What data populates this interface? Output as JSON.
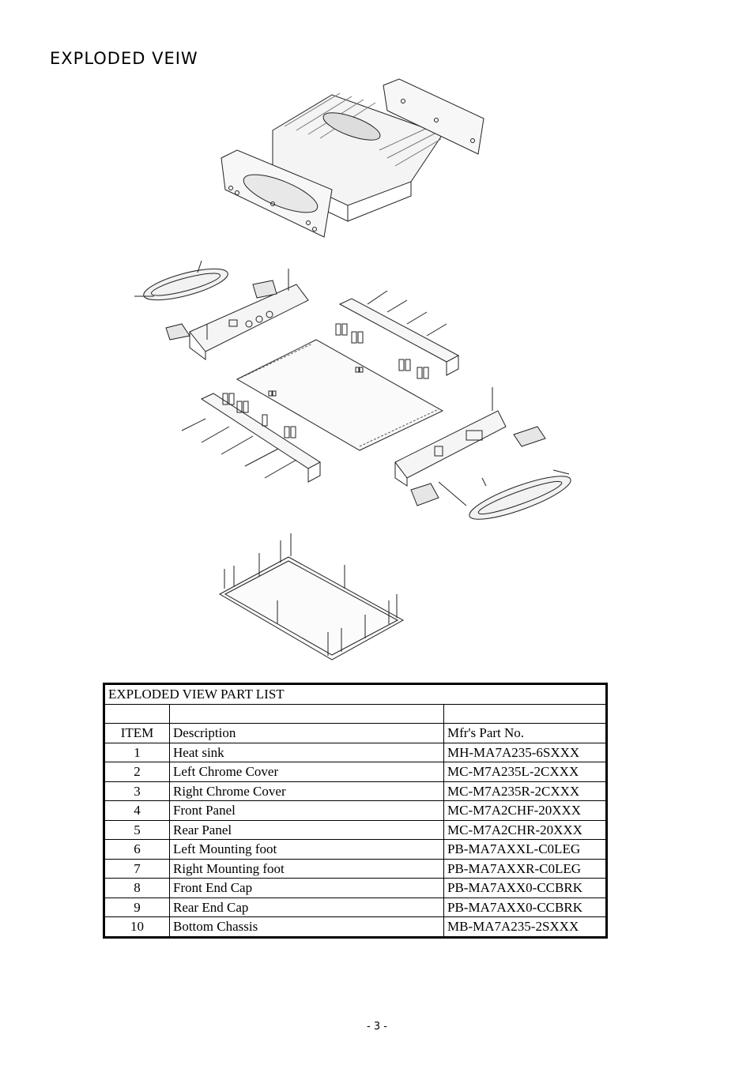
{
  "page": {
    "title": "EXPLODED VEIW",
    "page_number": "- 3 -"
  },
  "diagram": {
    "description_name": "amplifier-exploded-view-drawing"
  },
  "table": {
    "title": "EXPLODED VIEW PART LIST",
    "headers": {
      "item": "ITEM",
      "description": "Description",
      "part_no": "Mfr's Part No."
    },
    "rows": [
      {
        "item": "1",
        "description": "Heat sink",
        "part_no": "MH-MA7A235-6SXXX"
      },
      {
        "item": "2",
        "description": "Left Chrome Cover",
        "part_no": "MC-M7A235L-2CXXX"
      },
      {
        "item": "3",
        "description": "Right Chrome Cover",
        "part_no": "MC-M7A235R-2CXXX"
      },
      {
        "item": "4",
        "description": "Front Panel",
        "part_no": "MC-M7A2CHF-20XXX"
      },
      {
        "item": "5",
        "description": "Rear Panel",
        "part_no": "MC-M7A2CHR-20XXX"
      },
      {
        "item": "6",
        "description": "Left Mounting foot",
        "part_no": "PB-MA7AXXL-C0LEG"
      },
      {
        "item": "7",
        "description": "Right Mounting foot",
        "part_no": "PB-MA7AXXR-C0LEG"
      },
      {
        "item": "8",
        "description": "Front End Cap",
        "part_no": "PB-MA7AXX0-CCBRK"
      },
      {
        "item": "9",
        "description": "Rear End Cap",
        "part_no": "PB-MA7AXX0-CCBRK"
      },
      {
        "item": "10",
        "description": "Bottom Chassis",
        "part_no": "MB-MA7A235-2SXXX"
      }
    ]
  }
}
